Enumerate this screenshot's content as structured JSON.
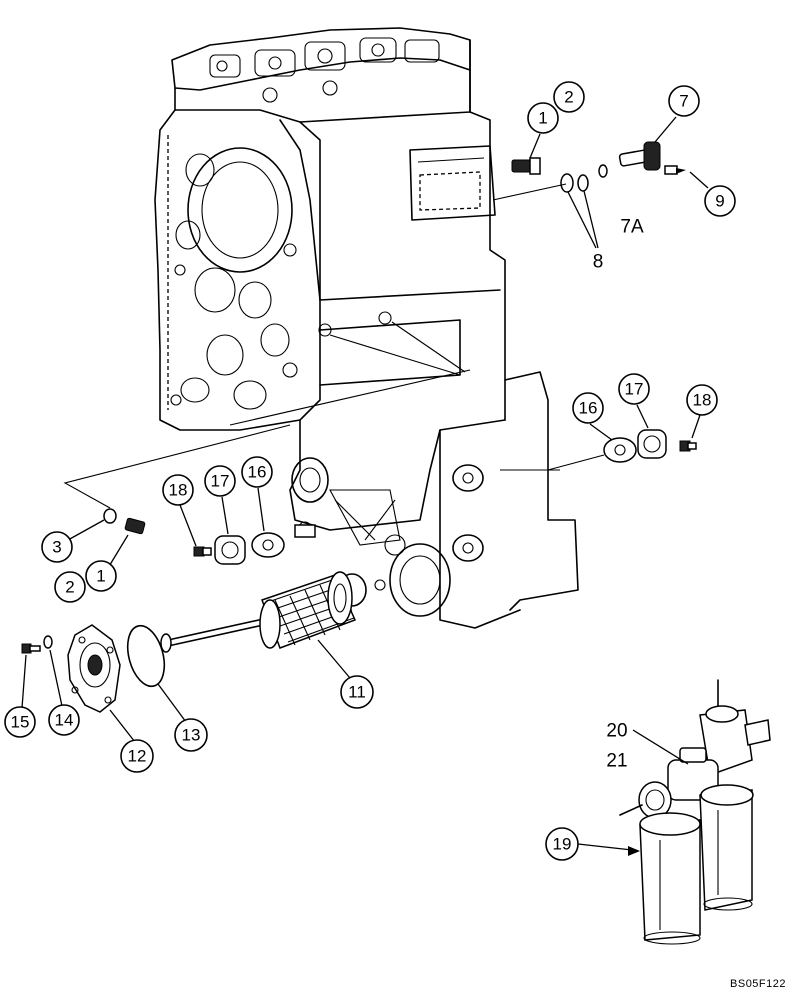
{
  "callouts": [
    {
      "id": "c1a",
      "label": "1"
    },
    {
      "id": "c2a",
      "label": "2"
    },
    {
      "id": "c7",
      "label": "7"
    },
    {
      "id": "c9",
      "label": "9"
    },
    {
      "id": "c7A",
      "label": "7A"
    },
    {
      "id": "c8",
      "label": "8"
    },
    {
      "id": "c16a",
      "label": "16"
    },
    {
      "id": "c17a",
      "label": "17"
    },
    {
      "id": "c18a",
      "label": "18"
    },
    {
      "id": "c18b",
      "label": "18"
    },
    {
      "id": "c17b",
      "label": "17"
    },
    {
      "id": "c16b",
      "label": "16"
    },
    {
      "id": "c3",
      "label": "3"
    },
    {
      "id": "c2b",
      "label": "2"
    },
    {
      "id": "c1b",
      "label": "1"
    },
    {
      "id": "c11",
      "label": "11"
    },
    {
      "id": "c15",
      "label": "15"
    },
    {
      "id": "c14",
      "label": "14"
    },
    {
      "id": "c12",
      "label": "12"
    },
    {
      "id": "c13",
      "label": "13"
    },
    {
      "id": "c20",
      "label": "20"
    },
    {
      "id": "c21",
      "label": "21"
    },
    {
      "id": "c19",
      "label": "19"
    }
  ],
  "reference_code": "BS05F122"
}
